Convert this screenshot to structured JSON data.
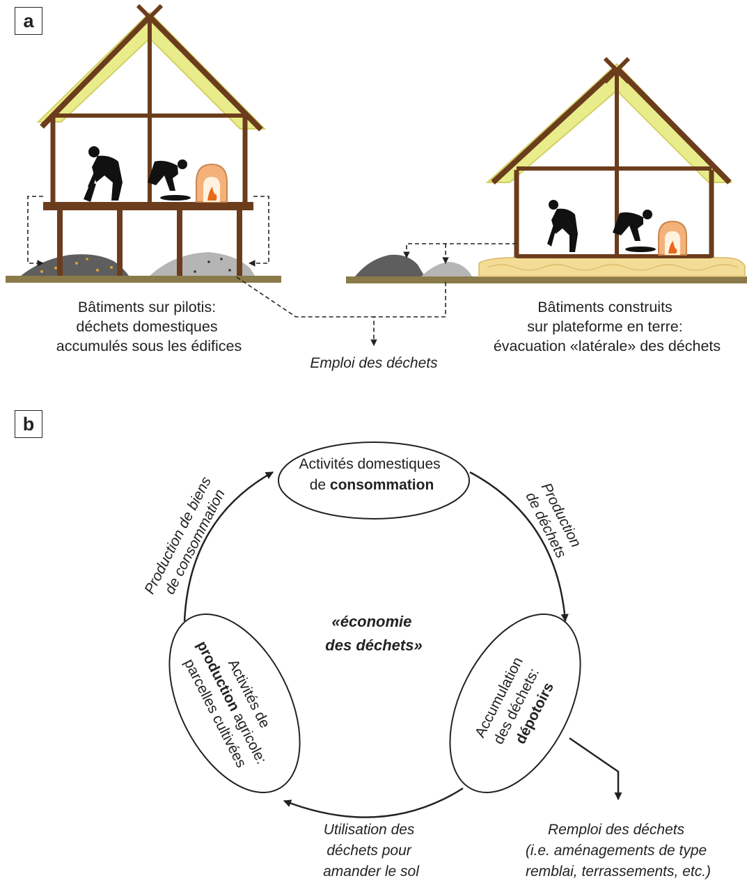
{
  "panel_a": {
    "label": "a",
    "left_caption": [
      "Bâtiments sur pilotis:",
      "déchets domestiques",
      "accumulés sous les édifices"
    ],
    "right_caption": [
      "Bâtiments construits",
      "sur plateforme en terre:",
      "évacuation «latérale» des déchets"
    ],
    "center_caption": "Emploi des déchets"
  },
  "panel_b": {
    "label": "b",
    "center_title": [
      "«économie",
      "des déchets»"
    ],
    "nodes": {
      "top": {
        "line1": "Activités domestiques",
        "line2_prefix": "de ",
        "line2_bold": "consommation"
      },
      "right": {
        "line1": "Accumulation",
        "line2": "des déchets:",
        "line3_bold": "dépotoirs"
      },
      "left": {
        "line1": "Activités de",
        "line2_bold": "production",
        "line2_suffix": " agricole:",
        "line3": "parcelles cultivées"
      }
    },
    "arrow_labels": {
      "top_left": [
        "Production de biens",
        "de consommation"
      ],
      "top_right": [
        "Production",
        "de déchets"
      ],
      "bottom": [
        "Utilisation des",
        "déchets pour",
        "amander le sol"
      ],
      "branch": [
        "Remploi des déchets",
        "(i.e. aménagements de type",
        "remblai, terrassements, etc.)"
      ]
    }
  },
  "colors": {
    "wood": "#6b3d1c",
    "thatch": "#e8ec8a",
    "ground": "#8a7a4a",
    "platform": "#f3dc96",
    "oven": "#f4b27a",
    "waste": "#6b6b6b"
  }
}
